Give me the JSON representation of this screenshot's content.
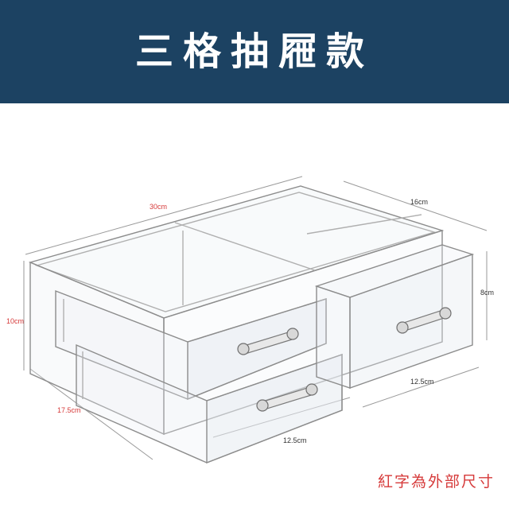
{
  "banner": {
    "title": "三格抽屜款",
    "background": "#1c4262"
  },
  "dimensions": {
    "length": "30cm",
    "depth_top": "16cm",
    "height_right": "8cm",
    "height_left": "10cm",
    "depth_left": "17.5cm",
    "drawer_width_front": "12.5cm",
    "drawer_width_right": "12.5cm"
  },
  "note": "紅字為外部尺寸",
  "colors": {
    "red_text": "#d63a3a",
    "dimension_text": "#333333",
    "outline": "#8c8c8c"
  }
}
